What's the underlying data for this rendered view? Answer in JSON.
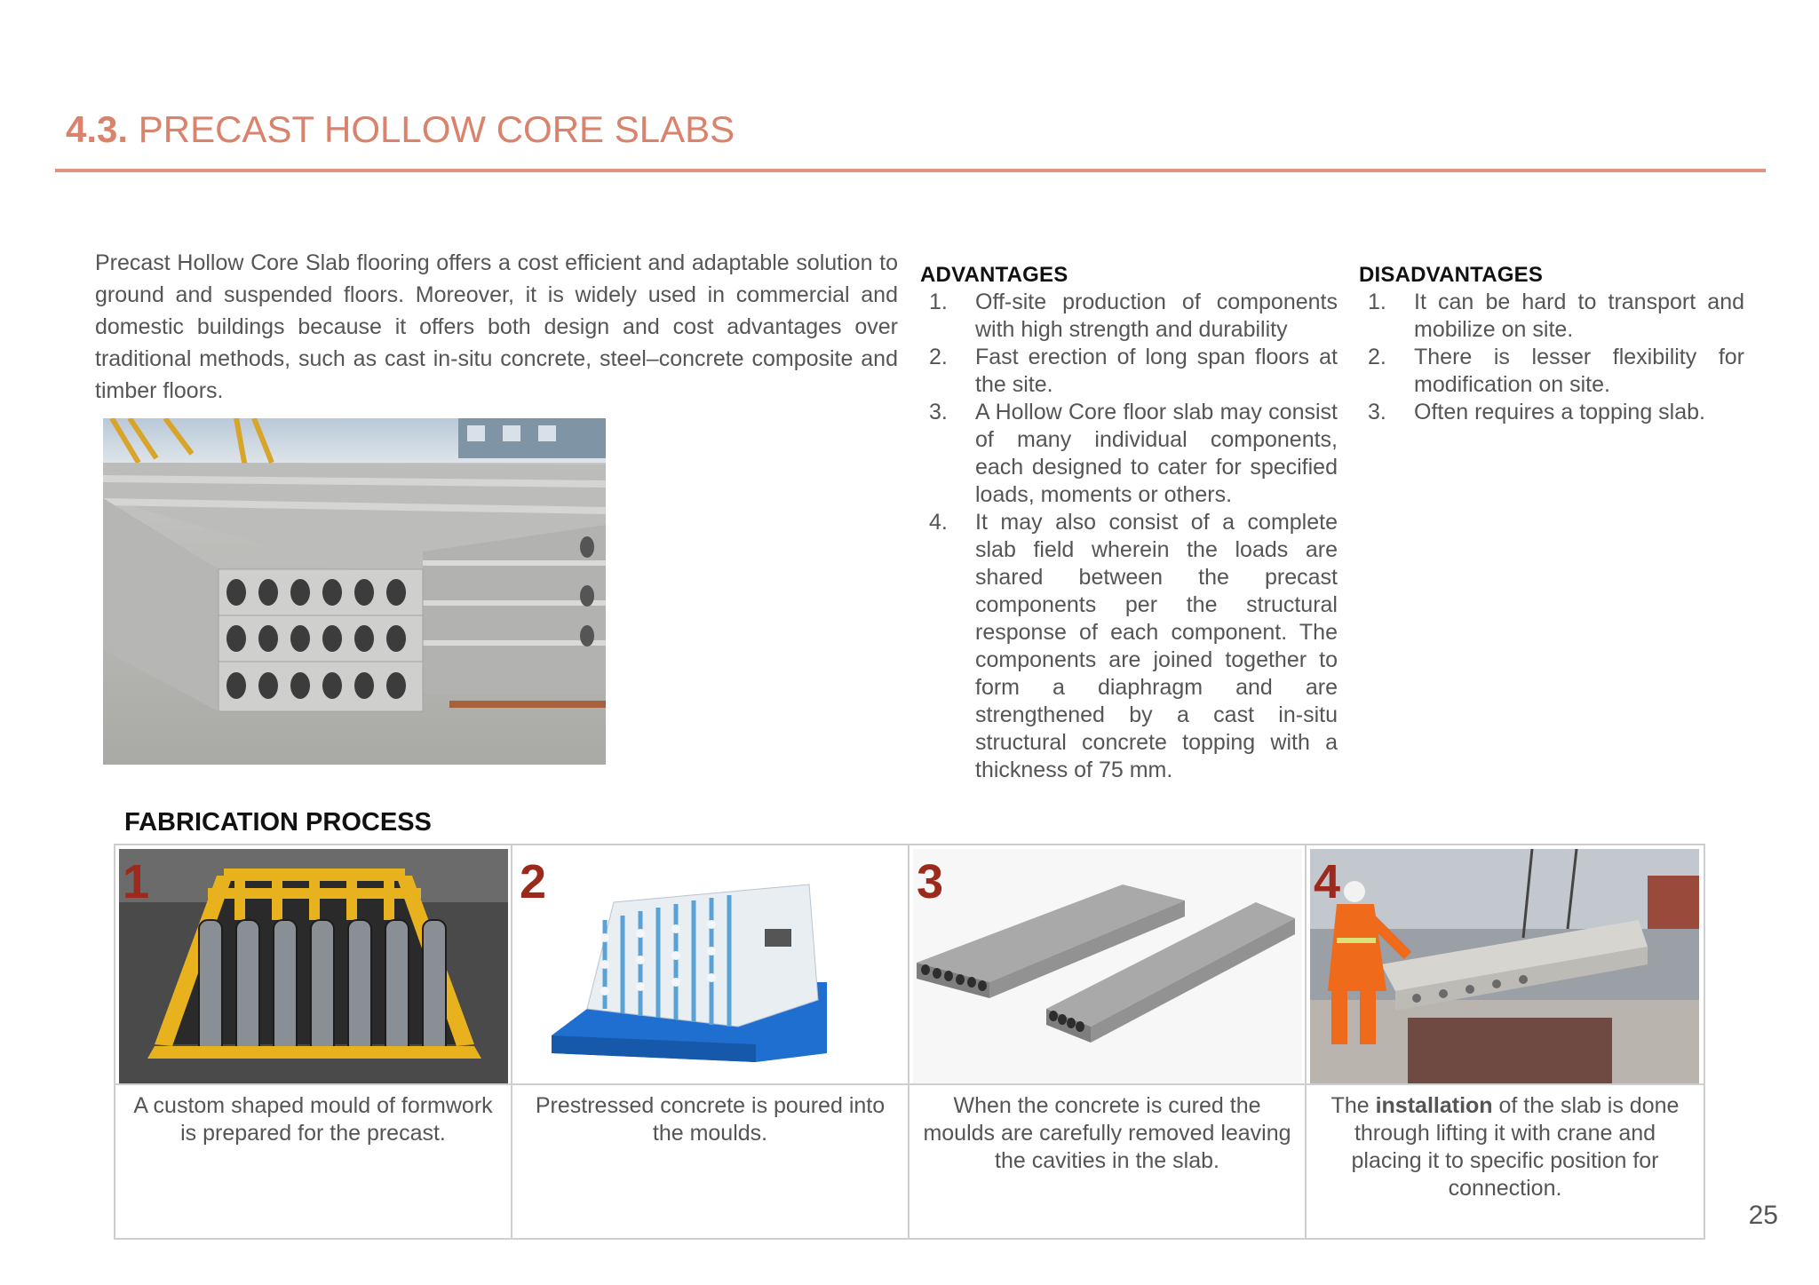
{
  "heading": {
    "number": "4.3.",
    "title": "PRECAST HOLLOW CORE SLABS"
  },
  "intro": "Precast Hollow Core Slab flooring offers a cost efficient and adaptable solution to ground and suspended floors. Moreover, it is widely used in commercial and domestic buildings because it offers both design and cost advantages over traditional methods, such as cast in-situ concrete, steel–concrete composite and timber floors.",
  "advantages": {
    "title": "ADVANTAGES",
    "items": [
      {
        "n": "1.",
        "text": "Off-site production of components with high strength and durability"
      },
      {
        "n": "2.",
        "text": "Fast erection of long span floors at the site."
      },
      {
        "n": "3.",
        "text": "A Hollow Core floor slab may consist of many individual components, each designed to cater for specified loads, moments or others."
      },
      {
        "n": "4.",
        "text": "It may also consist of a complete slab field wherein the loads are shared between the precast components per the structural response of each component. The components are joined together to form a diaphragm and are strengthened by a cast in-situ structural concrete topping with a thickness of 75 mm."
      }
    ]
  },
  "disadvantages": {
    "title": "DISADVANTAGES",
    "items": [
      {
        "n": "1.",
        "text": "It can be hard to transport and mobilize on site."
      },
      {
        "n": "2.",
        "text": "There is lesser flexibility for modification on site."
      },
      {
        "n": "3.",
        "text": "Often requires a topping slab."
      }
    ]
  },
  "fabrication": {
    "title": "FABRICATION PROCESS",
    "steps": [
      {
        "num": "1",
        "caption": "A custom shaped mould of formwork is prepared for the precast."
      },
      {
        "num": "2",
        "caption": "Prestressed concrete is poured into the moulds."
      },
      {
        "num": "3",
        "caption": "When the concrete is cured the moulds are carefully removed leaving the cavities in the slab."
      },
      {
        "num": "4",
        "caption_pre": "The ",
        "caption_bold": "installation",
        "caption_post": " of the slab is done through lifting it with crane and placing it to specific position for connection."
      }
    ]
  },
  "page_number": "25"
}
